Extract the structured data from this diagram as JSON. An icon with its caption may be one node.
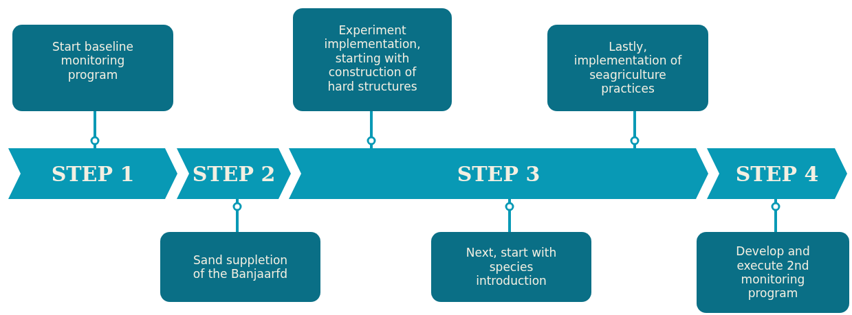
{
  "diagram": {
    "nodes": [
      {
        "text": [
          "Start baseline monitoring program"
        ]
      },
      {
        "text": [
          "Experiment implementation, starting with construction of hard structures"
        ]
      },
      {
        "text": [
          "Lastly, implementation of seagriculture practices"
        ]
      },
      {
        "text": [
          "STEP 1"
        ]
      },
      {
        "text": [
          "STEP 2"
        ]
      },
      {
        "text": [
          "STEP 3"
        ]
      },
      {
        "text": [
          "STEP 4"
        ]
      },
      {
        "text": [
          "Sand suppletion of the Banjaarfd"
        ]
      },
      {
        "text": [
          "Next, start with species introduction"
        ]
      },
      {
        "text": [
          "Develop and execute 2nd monitoring program"
        ]
      }
    ],
    "edges": [
      {
        "from": 0,
        "to": 3,
        "arrow": "other"
      },
      {
        "from": 1,
        "to": 5,
        "arrow": "other"
      },
      {
        "from": 2,
        "to": 5,
        "arrow": "other"
      },
      {
        "from": 7,
        "to": 4,
        "arrow": "other"
      },
      {
        "from": 8,
        "to": 5,
        "arrow": "other"
      },
      {
        "from": 9,
        "to": 6,
        "arrow": "other"
      }
    ]
  }
}
